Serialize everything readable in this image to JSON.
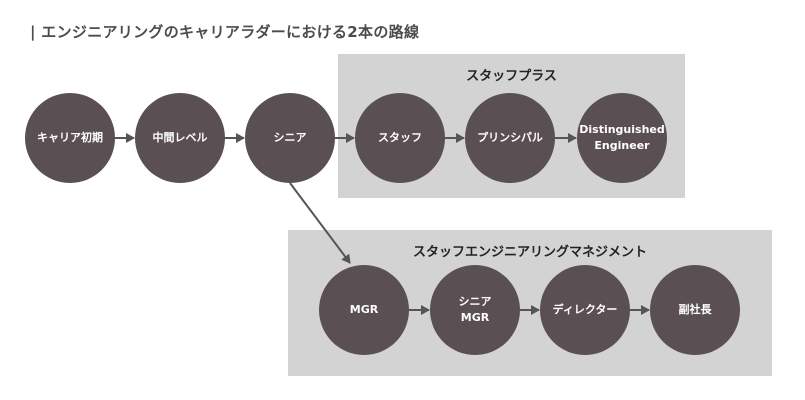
{
  "title": "| エンジニアリングのキャリアラダーにおける2本の路線",
  "staff_plus": {
    "label": "スタッフプラス",
    "fill": "#d3d3d3"
  },
  "management": {
    "label": "スタッフエンジニアリングマネジメント",
    "fill": "#d3d3d3"
  },
  "ic_track": [
    "キャリア初期",
    "中間レベル",
    "シニア",
    "スタッフ",
    "プリンシパル",
    "Distinguished\nEngineer"
  ],
  "mgmt_track": [
    "MGR",
    "シニア\nMGR",
    "ディレクター",
    "副社長"
  ],
  "colors": {
    "node": "#5a4f53",
    "node_text": "#ffffff",
    "arrow": "#555555",
    "title": "#4f4a4c"
  }
}
